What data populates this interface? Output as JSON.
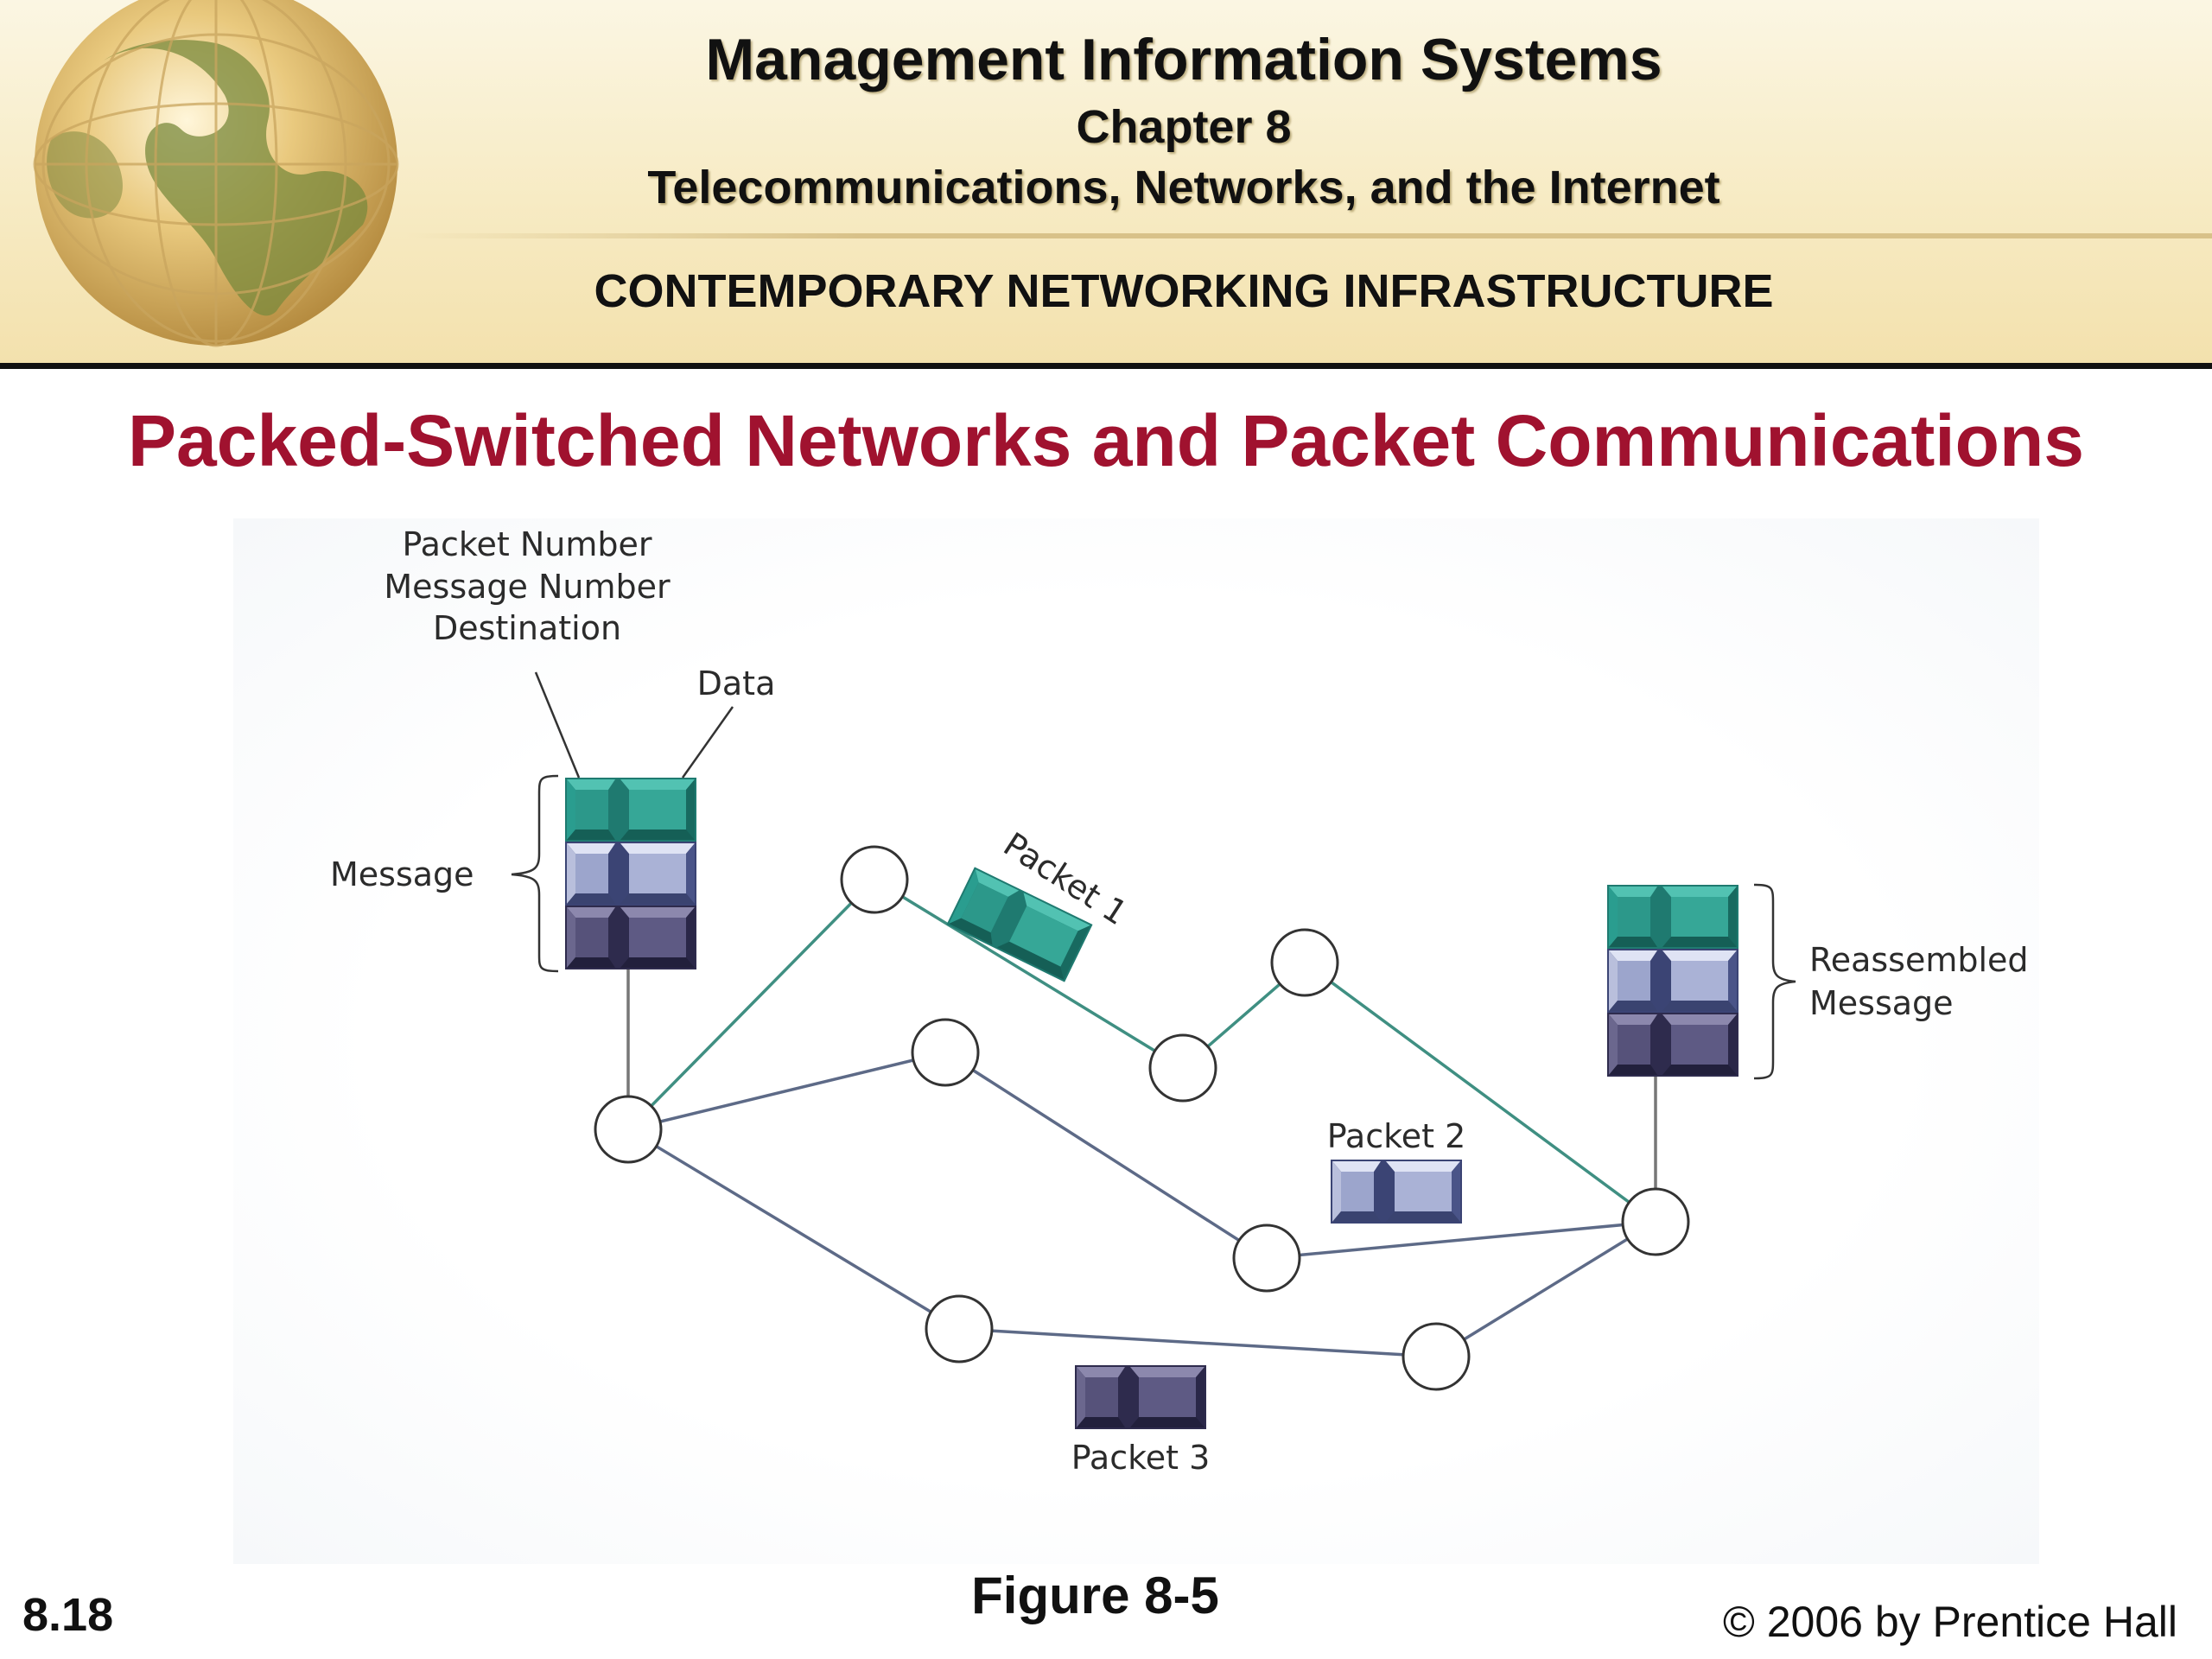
{
  "header": {
    "title": "Management Information Systems",
    "chapter": "Chapter 8",
    "subtitle": "Telecommunications, Networks, and the Internet",
    "section": "CONTEMPORARY NETWORKING INFRASTRUCTURE"
  },
  "slide": {
    "title": "Packed-Switched Networks and Packet Communications"
  },
  "diagram": {
    "labels": {
      "header_fields": [
        "Packet Number",
        "Message Number",
        "Destination"
      ],
      "data": "Data",
      "message": "Message",
      "packet1": "Packet 1",
      "packet2": "Packet 2",
      "packet3": "Packet 3",
      "reassembled": [
        "Reassembled",
        "Message"
      ]
    },
    "colors": {
      "packet1": "#2a9d8f",
      "packet2": "#8f98bf",
      "packet3": "#4a4870",
      "link_teal": "#3f8f82",
      "link_slate": "#5d6a87"
    }
  },
  "footer": {
    "figure_caption": "Figure 8-5",
    "slide_number": "8.18",
    "copyright": "© 2006 by Prentice Hall"
  }
}
